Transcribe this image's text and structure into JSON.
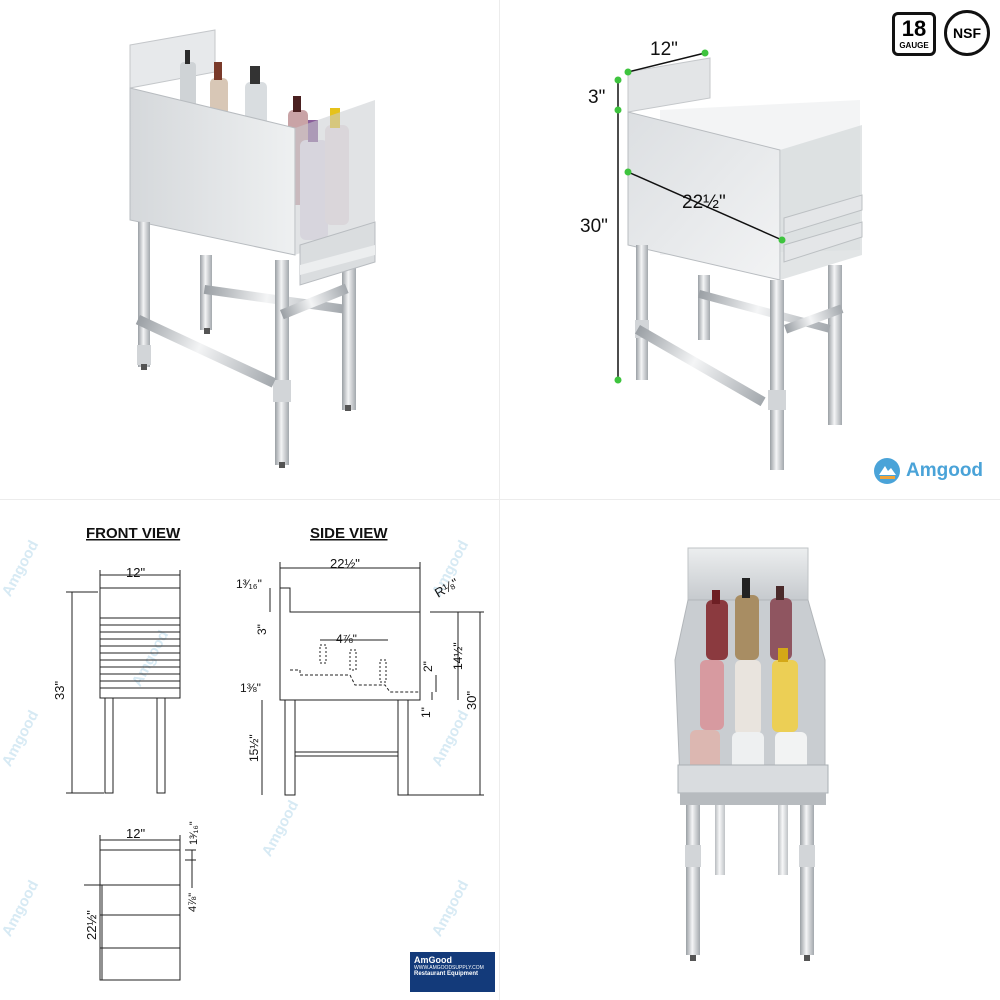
{
  "panel1": {
    "title": ""
  },
  "panel2": {
    "dim_width": "12\"",
    "dim_backsplash": "3\"",
    "dim_height": "30\"",
    "dim_depth": "22½\"",
    "badge_gauge_number": "18",
    "badge_gauge_label": "GAUGE",
    "badge_cert": "NSF",
    "brand": "Amgood"
  },
  "panel3": {
    "front_view_title": "FRONT VIEW",
    "side_view_title": "SIDE VIEW",
    "front_width": "12\"",
    "front_height": "33\"",
    "side_depth": "22½\"",
    "side_top_gap": "1³⁄₁₆\"",
    "side_backsplash": "3\"",
    "side_radius": "R⅛\"",
    "side_step_depth": "4⅞\"",
    "side_step_rise": "2\"",
    "side_bin_height": "14½\"",
    "side_lower_gap": "1⅜\"",
    "side_bottom_gap": "1\"",
    "side_total": "30\"",
    "side_leg": "15½\"",
    "top_width": "12\"",
    "top_gap": "1³⁄₁₆\"",
    "top_depth": "22½\"",
    "top_step": "4⅞\"",
    "watermark": "Amgood",
    "logo_name": "AmGood",
    "logo_url": "WWW.AMGOODSUPPLY.COM",
    "logo_tagline": "Restaurant Equipment"
  },
  "panel4": {
    "title": ""
  },
  "colors": {
    "steel_light": "#e6e8ea",
    "steel_mid": "#b9bdc1",
    "steel_dark": "#8f9499",
    "dim_green": "#3ec43e",
    "brand_blue": "#4aa3d8"
  }
}
